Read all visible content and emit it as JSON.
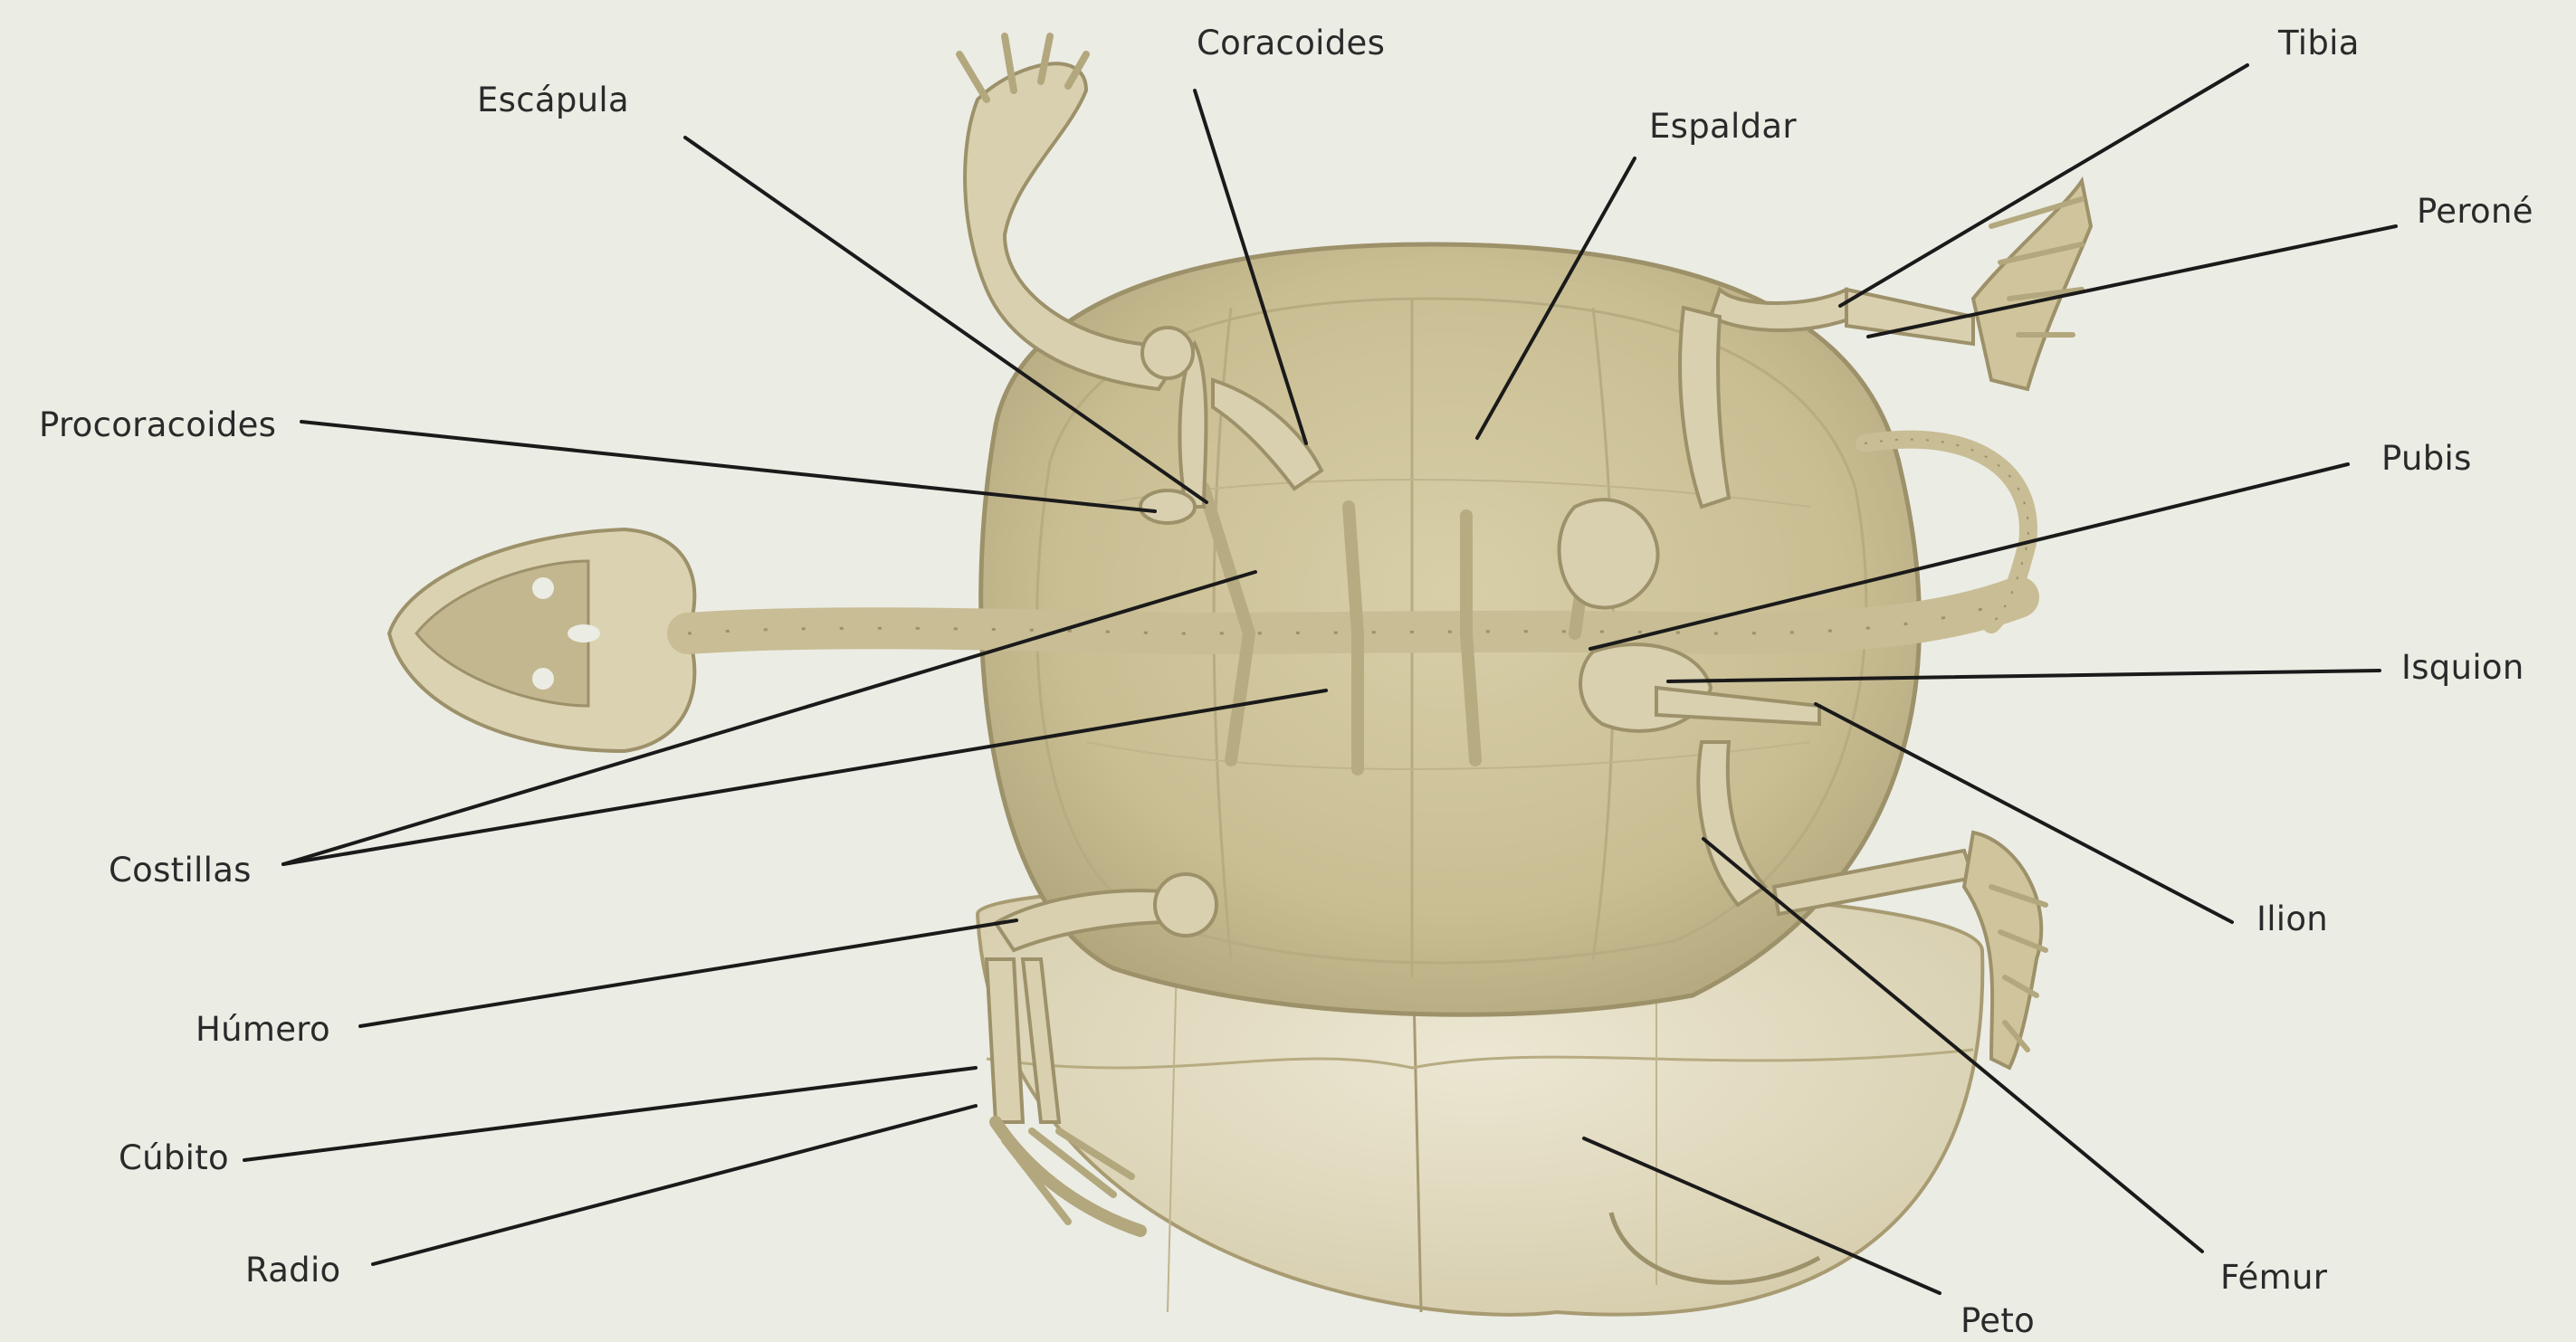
{
  "labels": {
    "coracoides": "Coracoides",
    "escapula": "Escápula",
    "espaldar": "Espaldar",
    "tibia": "Tibia",
    "perone": "Peroné",
    "procoracoides": "Procoracoides",
    "pubis": "Pubis",
    "isquion": "Isquion",
    "costillas": "Costillas",
    "ilion": "Ilion",
    "humero": "Húmero",
    "cubito": "Cúbito",
    "radio": "Radio",
    "femur": "Fémur",
    "peto": "Peto"
  },
  "colors": {
    "background": "#ebece4",
    "bone": "#d9d0b0",
    "bone_shadow": "#b3a77e",
    "shell": "#cfc49c",
    "plastron": "#e2dcc3",
    "leader_line": "#1a1a1a",
    "text": "#2a2a2a"
  }
}
